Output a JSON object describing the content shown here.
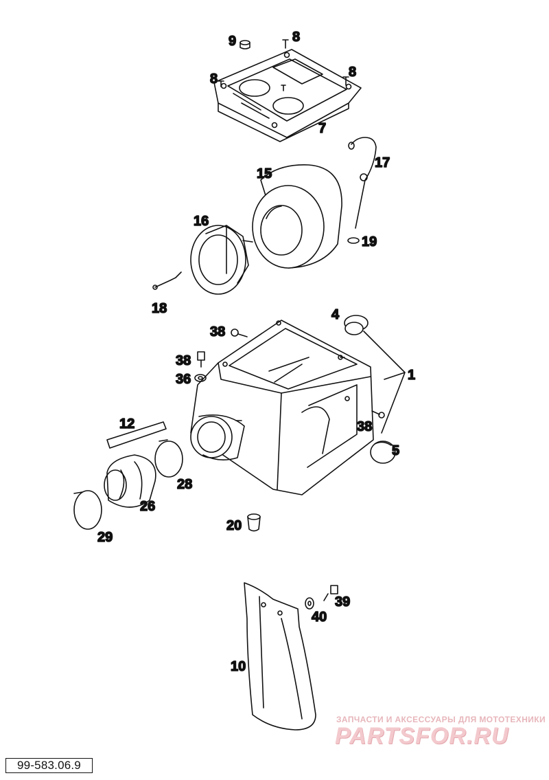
{
  "diagram": {
    "reference_number": "99-583.06.9",
    "parts": {
      "p1": "1",
      "p4": "4",
      "p5": "5",
      "p7": "7",
      "p8a": "8",
      "p8b": "8",
      "p8c": "8",
      "p9": "9",
      "p10": "10",
      "p12": "12",
      "p15": "15",
      "p16": "16",
      "p17": "17",
      "p18": "18",
      "p19": "19",
      "p20": "20",
      "p26": "26",
      "p28": "28",
      "p29": "29",
      "p36": "36",
      "p38a": "38",
      "p38b": "38",
      "p38c": "38",
      "p39": "39",
      "p40": "40"
    }
  },
  "watermark": {
    "caption": "ЗАПЧАСТИ И АКСЕССУАРЫ ДЛЯ МОТОТЕХНИКИ",
    "logo": "PARTSFOR.RU",
    "color": "#f3c9cd"
  }
}
